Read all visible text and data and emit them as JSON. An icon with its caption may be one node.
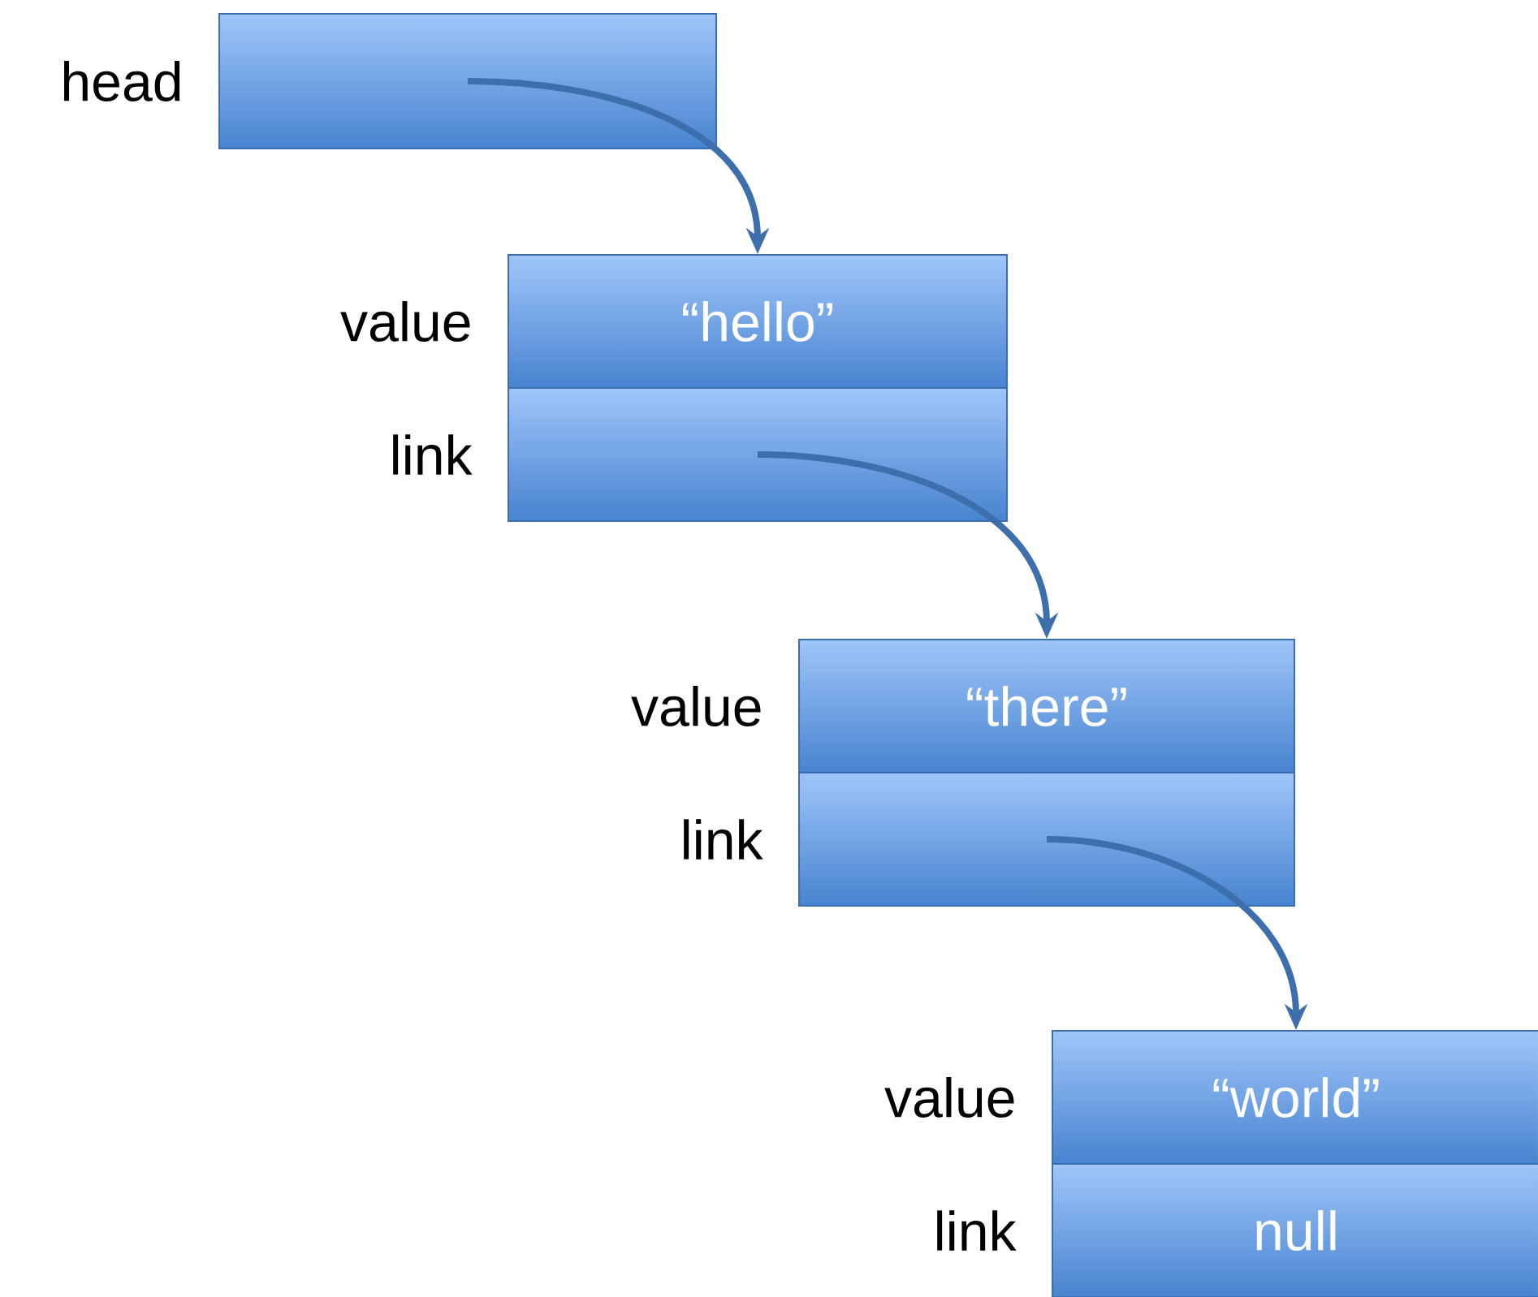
{
  "diagram": {
    "nodes": [
      {
        "text": [],
        "shape": "box",
        "beside": [
          "head"
        ]
      },
      {
        "text": [
          "“hello”"
        ],
        "beside": [
          "value"
        ]
      },
      {
        "text": [],
        "shape": "box",
        "beside": [
          "link"
        ]
      },
      {
        "text": [
          "“there”"
        ],
        "beside": [
          "value"
        ]
      },
      {
        "text": [],
        "shape": "box",
        "beside": [
          "link"
        ]
      },
      {
        "text": [
          "“world”"
        ],
        "beside": [
          "value"
        ]
      },
      {
        "text": [
          "null"
        ],
        "beside": [
          "link"
        ]
      }
    ],
    "edges": [
      {
        "from": 0,
        "to": 1,
        "arrow": "to"
      },
      {
        "from": 2,
        "to": 3,
        "arrow": "to"
      },
      {
        "from": 4,
        "to": 5,
        "arrow": "to"
      }
    ]
  }
}
